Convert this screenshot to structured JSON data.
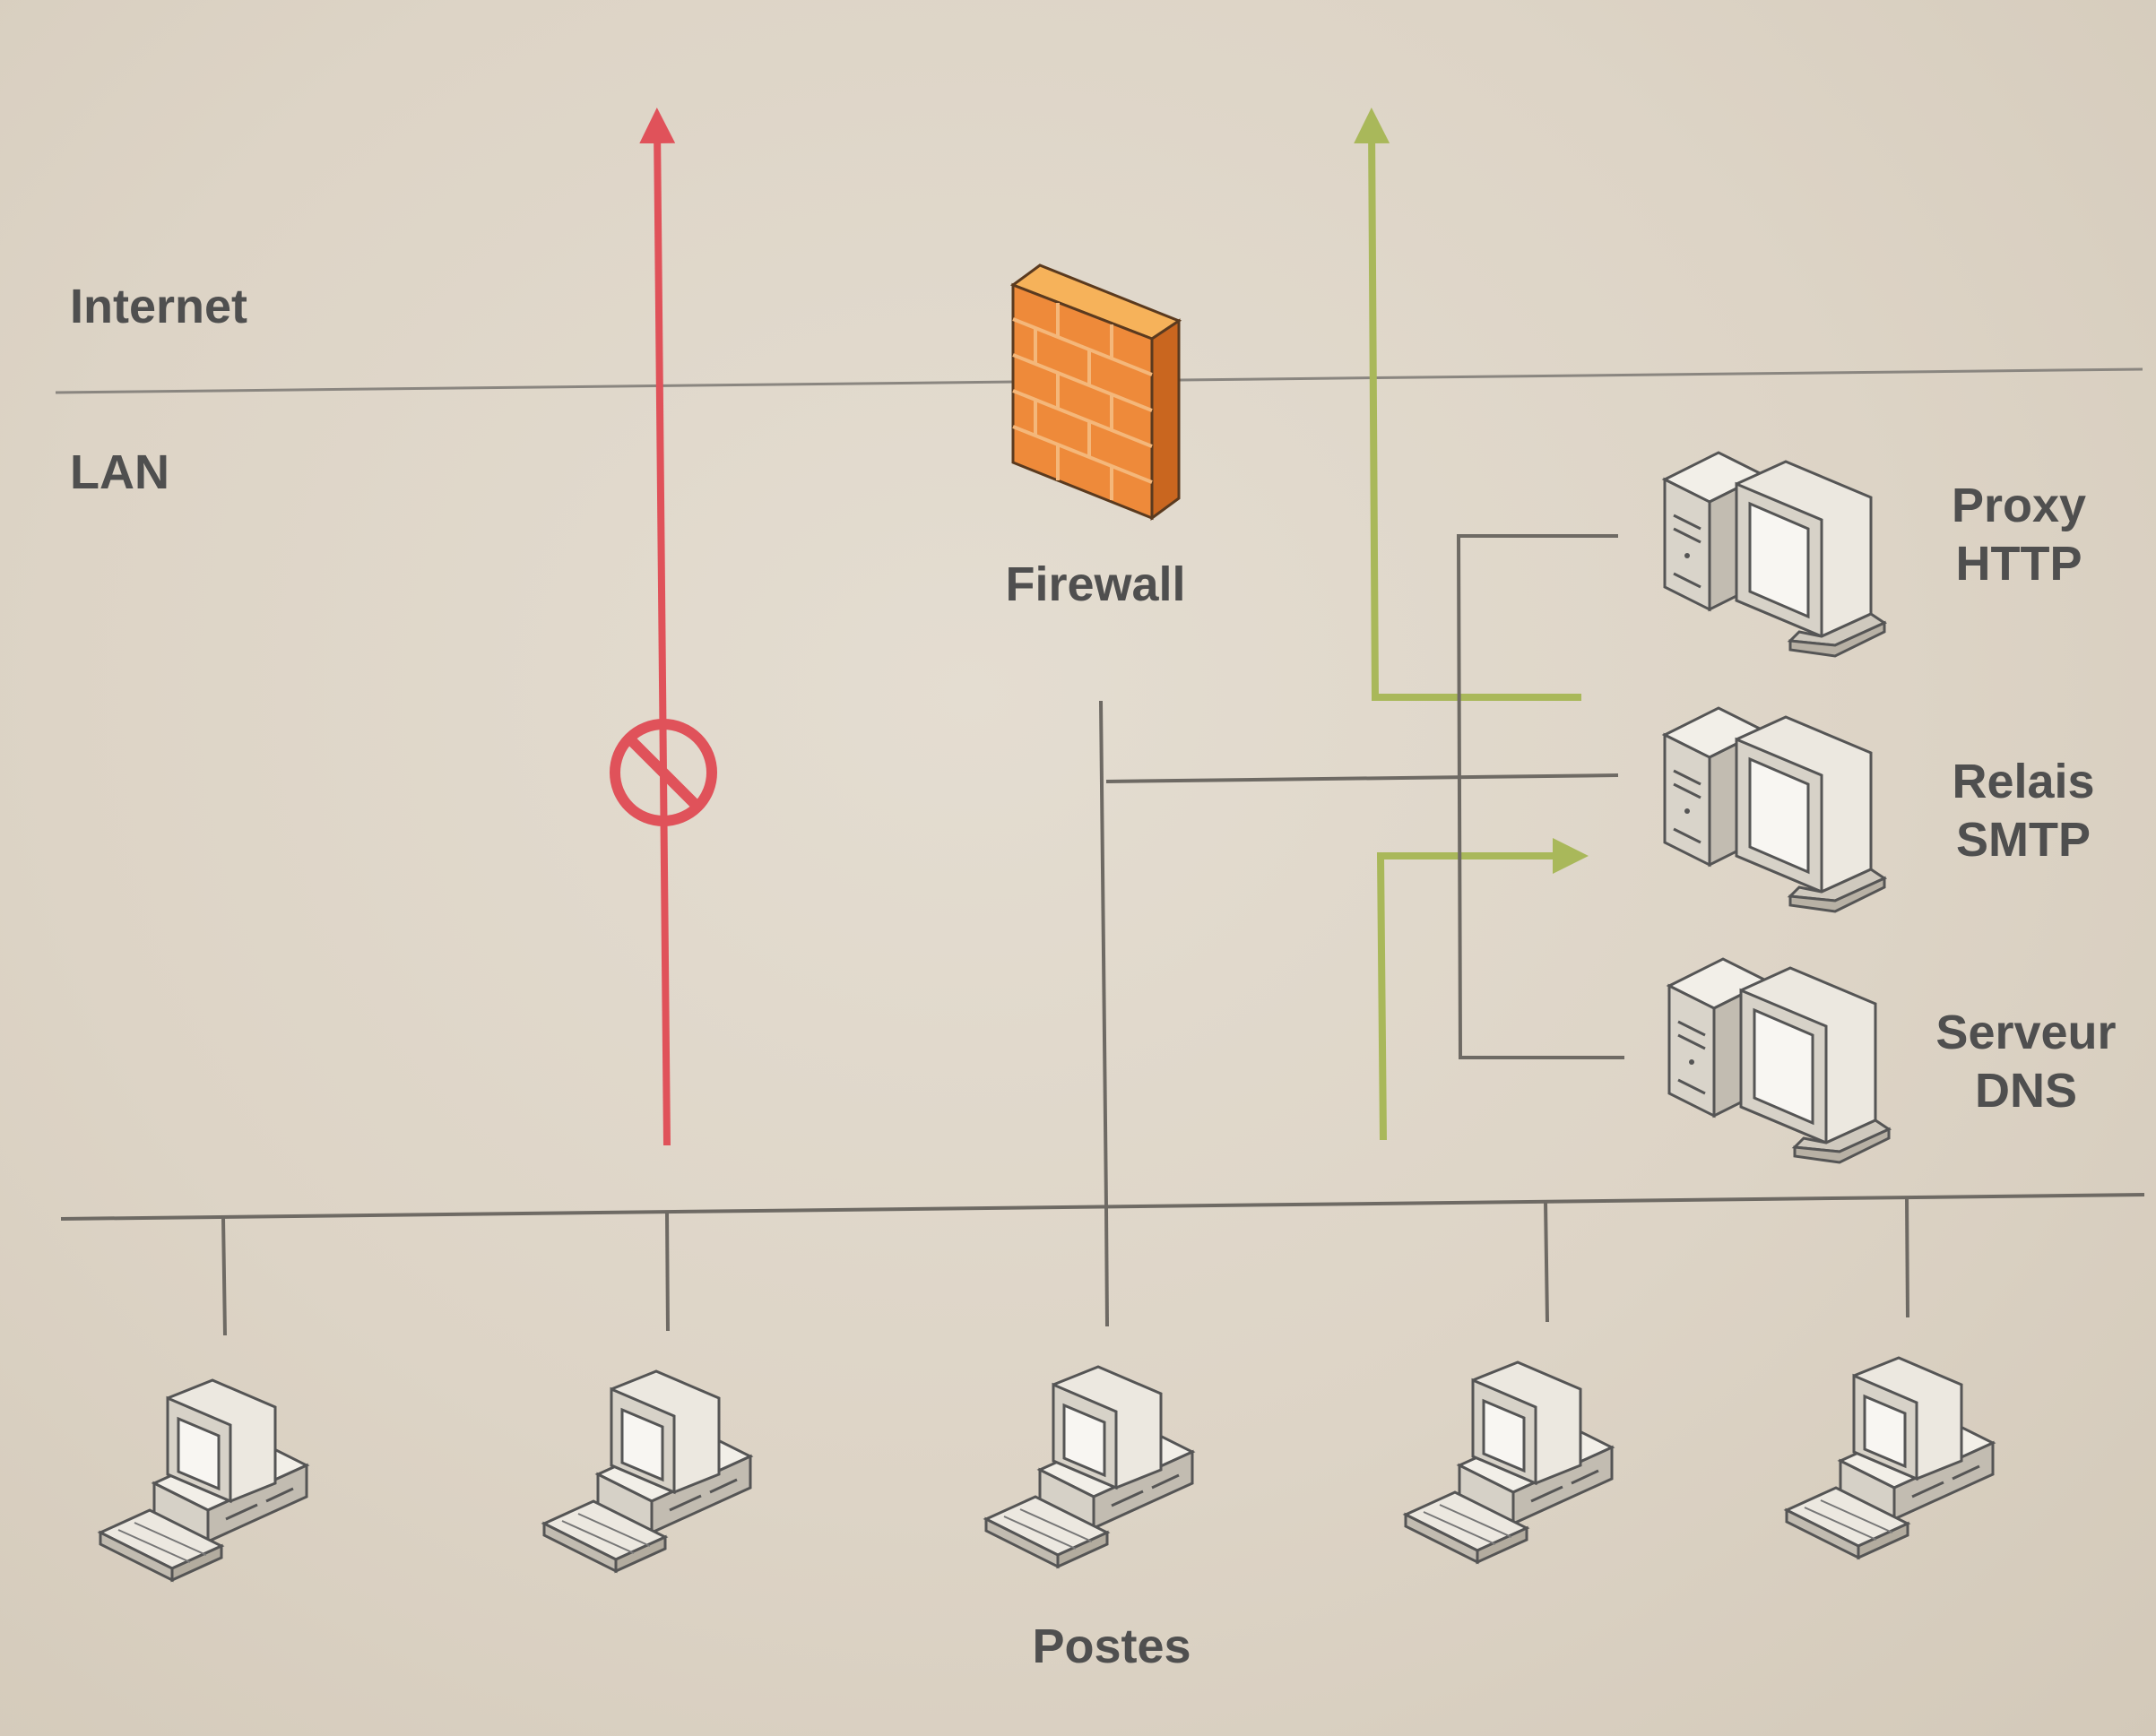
{
  "zones": {
    "internet": "Internet",
    "lan": "LAN"
  },
  "firewall": {
    "label": "Firewall"
  },
  "servers": [
    {
      "line1": "Proxy",
      "line2": "HTTP"
    },
    {
      "line1": "Relais",
      "line2": "SMTP"
    },
    {
      "line1": "Serveur",
      "line2": "DNS"
    }
  ],
  "workstations": {
    "label": "Postes",
    "count": 5
  },
  "colors": {
    "blocked_flow": "#e0525a",
    "allowed_flow": "#a9b85a",
    "network_line": "#6e6a64",
    "label_text": "#4f4f4f",
    "firewall_brick": "#ee8a3a"
  },
  "icons": {
    "firewall": "brick-wall-icon",
    "server": "server-computer-icon",
    "workstation": "desktop-computer-icon",
    "blocked": "no-entry-icon"
  }
}
